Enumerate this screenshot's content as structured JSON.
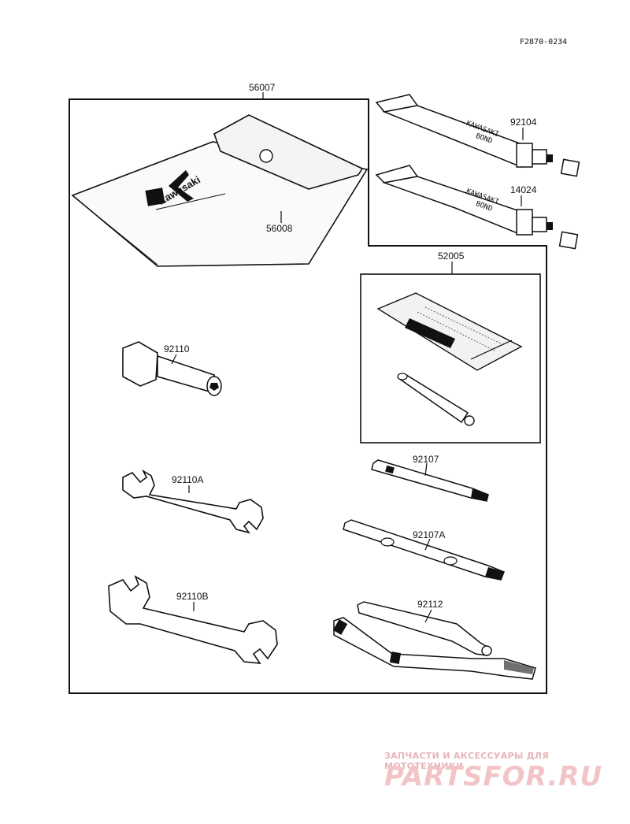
{
  "figure_code": "F2870-0234",
  "parts": {
    "p56007": "56007",
    "p56008": "56008",
    "p92104": "92104",
    "p14024": "14024",
    "p52005": "52005",
    "p92110": "92110",
    "p92110A": "92110A",
    "p92110B": "92110B",
    "p92107": "92107",
    "p92107A": "92107A",
    "p92112": "92112"
  },
  "pouch_logo_text": "Kawasaki",
  "tube_print": [
    "KAWASAKI",
    "BOND"
  ],
  "watermark": {
    "tagline": "ЗАПЧАСТИ И АКСЕССУАРЫ ДЛЯ МОТОТЕХНИКИ",
    "site": "PARTSFOR.RU"
  },
  "colors": {
    "ink": "#111111",
    "watermark": "#e8a0a6"
  }
}
